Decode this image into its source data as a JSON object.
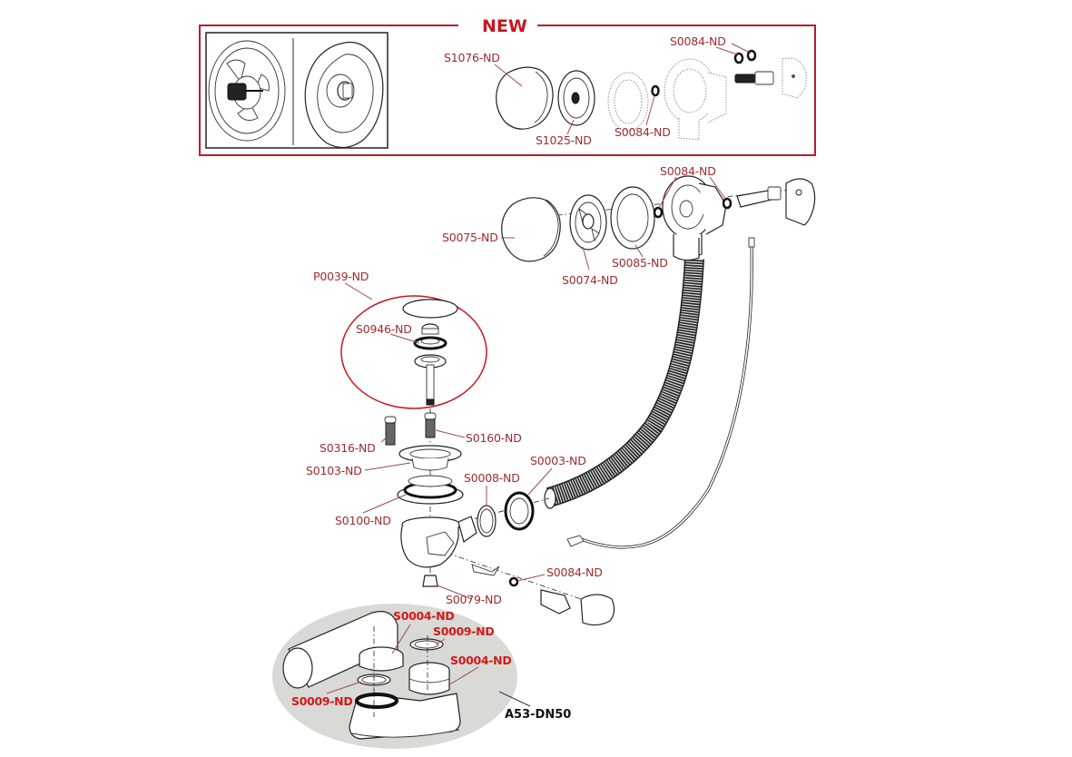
{
  "new_section": {
    "title": "NEW",
    "frame_color": "#b51f2a",
    "labels": {
      "knob": "S1076-ND",
      "rosette": "S1025-ND",
      "seal_front": "S0084-ND",
      "seals_rear": "S0084-ND"
    }
  },
  "overflow_assembly": {
    "labels": {
      "knob": "S0075-ND",
      "rosette": "S0074-ND",
      "gasket": "S0085-ND",
      "seals": "S0084-ND"
    }
  },
  "plug_kit": {
    "label": "P0039-ND",
    "highlight_color": "#c8161e",
    "parts": {
      "plug_seal": "S0946-ND"
    }
  },
  "waste_body": {
    "labels": {
      "screw_left": "S0316-ND",
      "screw_right": "S0160-ND",
      "flange": "S0103-ND",
      "gasket": "S0100-ND",
      "ring": "S0008-ND",
      "nut": "S0003-ND",
      "seal": "S0084-ND",
      "cap_nut": "S0079-ND"
    }
  },
  "trap_kit": {
    "name": "A53-DN50",
    "background": "#d9d9d6",
    "labels": {
      "nut_upper": "S0004-ND",
      "seal_upper": "S0009-ND",
      "nut_lower": "S0004-ND",
      "seal_lower": "S0009-ND"
    }
  },
  "colors": {
    "label_text": "#9b2b32",
    "highlight_text": "#d11a1a",
    "kit_text": "#111111"
  }
}
